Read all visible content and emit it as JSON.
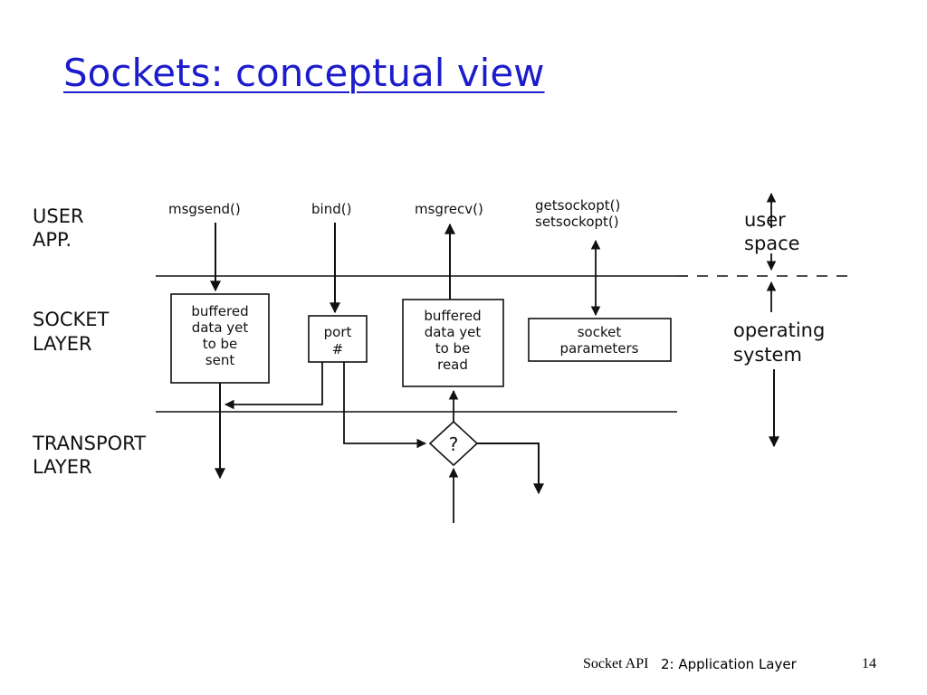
{
  "slide": {
    "title": "Sockets: conceptual view",
    "footer": {
      "source": "Socket API",
      "chapter": "2: Application Layer",
      "page": "14"
    }
  },
  "diagram": {
    "layers": {
      "user_app": [
        "USER",
        "APP."
      ],
      "socket_layer": [
        "SOCKET",
        "LAYER"
      ],
      "transport_layer": [
        "TRANSPORT",
        "LAYER"
      ]
    },
    "functions": {
      "msgsend": "msgsend()",
      "bind": "bind()",
      "msgrecv": "msgrecv()",
      "getsockopt": "getsockopt()",
      "setsockopt": "setsockopt()"
    },
    "boxes": {
      "send_buffer": [
        "buffered",
        "data yet",
        "to be",
        "sent"
      ],
      "port": [
        "port",
        "#"
      ],
      "recv_buffer": [
        "buffered",
        "data yet",
        "to be",
        "read"
      ],
      "socket_params": [
        "socket",
        "parameters"
      ]
    },
    "demux": "?",
    "side": {
      "user_space": [
        "user",
        "space"
      ],
      "operating_system": [
        "operating",
        "system"
      ]
    }
  }
}
